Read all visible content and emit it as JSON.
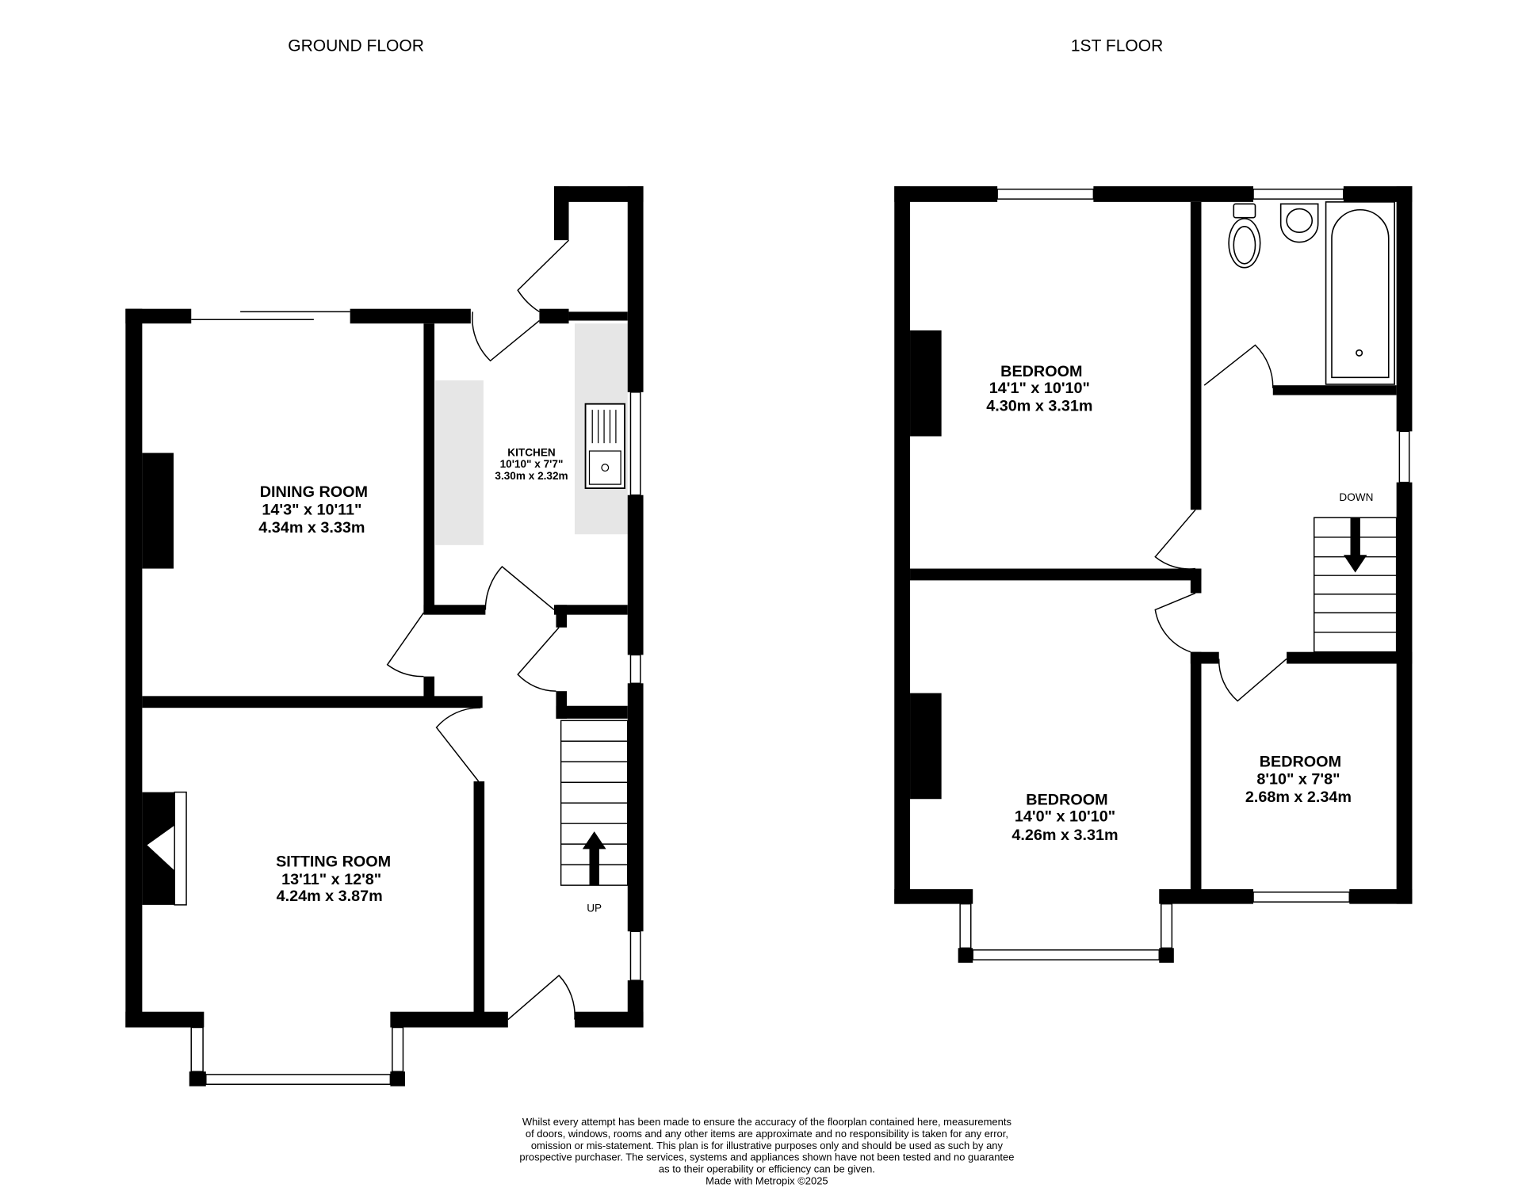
{
  "floors": [
    {
      "title": "GROUND FLOOR",
      "rooms": [
        {
          "name": "DINING ROOM",
          "imperial": "14'3\"  x 10'11\"",
          "metric": "4.34m  x 3.33m"
        },
        {
          "name": "KITCHEN",
          "imperial": "10'10\"  x 7'7\"",
          "metric": "3.30m  x 2.32m"
        },
        {
          "name": "SITTING ROOM",
          "imperial": "13'11\"  x 12'8\"",
          "metric": "4.24m  x 3.87m"
        }
      ],
      "stairs_label": "UP"
    },
    {
      "title": "1ST FLOOR",
      "rooms": [
        {
          "name": "BEDROOM",
          "imperial": "14'1\"  x 10'10\"",
          "metric": "4.30m  x 3.31m"
        },
        {
          "name": "BEDROOM",
          "imperial": "14'0\"  x 10'10\"",
          "metric": "4.26m  x 3.31m"
        },
        {
          "name": "BEDROOM",
          "imperial": "8'10\"  x 7'8\"",
          "metric": "2.68m  x 2.34m"
        }
      ],
      "stairs_label": "DOWN"
    }
  ],
  "disclaimer": [
    "Whilst every attempt has been made to ensure the accuracy of the floorplan contained here, measurements",
    "of doors, windows, rooms and any other items are approximate and no responsibility is taken for any error,",
    "omission or mis-statement. This plan is for illustrative purposes only and should be used as such by any",
    "prospective purchaser. The services, systems and appliances shown have not been tested and no guarantee",
    "as to their operability or efficiency can be given.",
    "Made with Metropix ©2025"
  ]
}
